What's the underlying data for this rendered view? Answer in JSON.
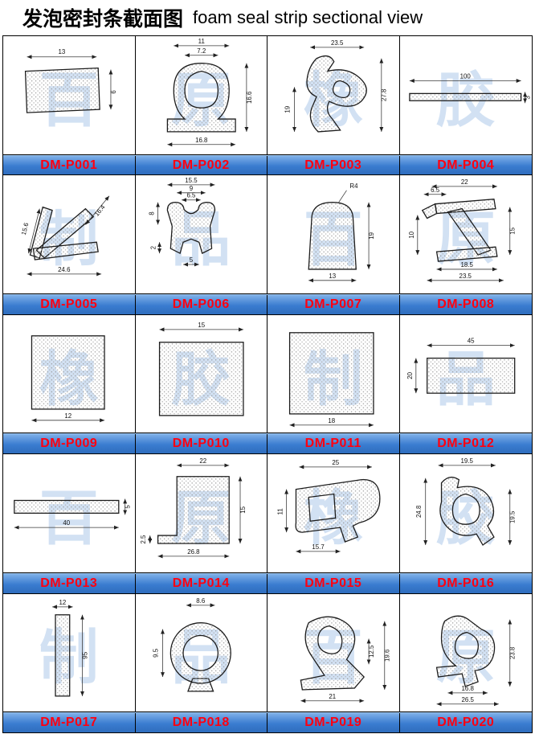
{
  "title": {
    "zh": "发泡密封条截面图",
    "en": "foam seal strip sectional view"
  },
  "watermark": [
    "百",
    "原",
    "橡",
    "胶",
    "制",
    "品"
  ],
  "colors": {
    "label_bar_blue": "#3a7cd0",
    "code_red": "#ff0010",
    "watermark_blue": "#7daadc"
  },
  "products": [
    {
      "code": "DM-P001",
      "dims": [
        "13",
        "6"
      ]
    },
    {
      "code": "DM-P002",
      "dims": [
        "11",
        "7.2",
        "16.6",
        "16.8"
      ]
    },
    {
      "code": "DM-P003",
      "dims": [
        "23.5",
        "27.8",
        "19"
      ]
    },
    {
      "code": "DM-P004",
      "dims": [
        "100",
        "3"
      ]
    },
    {
      "code": "DM-P005",
      "dims": [
        "15.6",
        "16.4",
        "24.6"
      ]
    },
    {
      "code": "DM-P006",
      "dims": [
        "15.5",
        "9",
        "6.5",
        "8",
        "2",
        "5"
      ]
    },
    {
      "code": "DM-P007",
      "dims": [
        "R4",
        "19",
        "13"
      ]
    },
    {
      "code": "DM-P008",
      "dims": [
        "22",
        "6.5",
        "15",
        "10",
        "18.5",
        "23.5"
      ]
    },
    {
      "code": "DM-P009",
      "dims": [
        "12"
      ]
    },
    {
      "code": "DM-P010",
      "dims": [
        "15"
      ]
    },
    {
      "code": "DM-P011",
      "dims": [
        "18"
      ]
    },
    {
      "code": "DM-P012",
      "dims": [
        "45",
        "20"
      ]
    },
    {
      "code": "DM-P013",
      "dims": [
        "40",
        "5"
      ]
    },
    {
      "code": "DM-P014",
      "dims": [
        "22",
        "15",
        "2.5",
        "26.8"
      ]
    },
    {
      "code": "DM-P015",
      "dims": [
        "25",
        "11",
        "15.7"
      ]
    },
    {
      "code": "DM-P016",
      "dims": [
        "19.5",
        "24.8",
        "19.5"
      ]
    },
    {
      "code": "DM-P017",
      "dims": [
        "12",
        "95"
      ]
    },
    {
      "code": "DM-P018",
      "dims": [
        "8.6",
        "9.5"
      ]
    },
    {
      "code": "DM-P019",
      "dims": [
        "12.5",
        "19.6",
        "21"
      ]
    },
    {
      "code": "DM-P020",
      "dims": [
        "23.8",
        "16.8",
        "26.5"
      ]
    }
  ]
}
